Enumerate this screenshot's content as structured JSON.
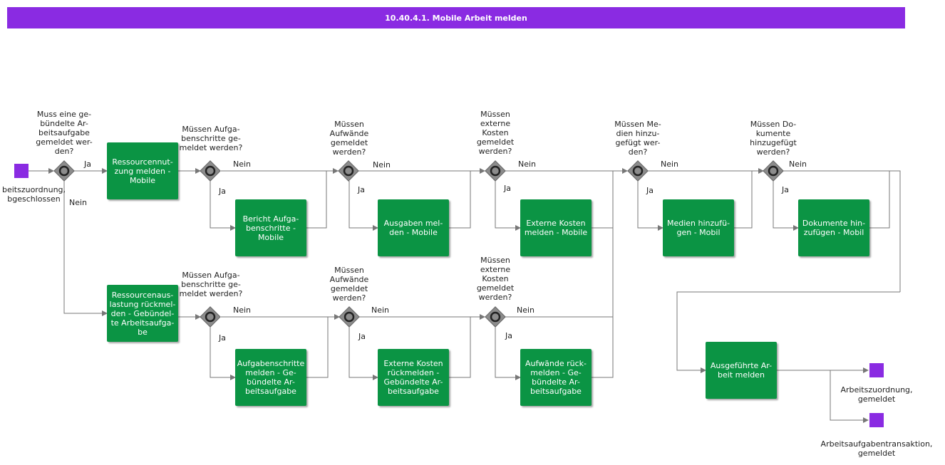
{
  "header": {
    "title": "10.40.4.1. Mobile Arbeit melden"
  },
  "events": {
    "start": "beitszuordnung,\nbgeschlossen",
    "end1": "Arbeitszuordnung,\ngemeldet",
    "end2": "Arbeitsaufgabentransaktion,\ngemeldet"
  },
  "tasks": {
    "t1": "Ressourcennut-\nzung melden -\nMobile",
    "t2": "Ressourcenaus-\nlastung rückmel-\nden - Gebündel-\nte Arbeitsaufga-\nbe",
    "t3": "Bericht Aufga-\nbenschritte -\nMobile",
    "t4": "Ausgaben mel-\nden - Mobile",
    "t5": "Externe Kosten\nmelden - Mobile",
    "t6": "Medien hinzufü-\ngen - Mobil",
    "t7": "Dokumente hin-\nzufügen - Mobil",
    "t8": "Aufgabenschritte\nmelden - Ge-\nbündelte Ar-\nbeitsaufgabe",
    "t9": "Externe Kosten\nrückmelden -\nGebündelte Ar-\nbeitsaufgabe",
    "t10": "Aufwände rück-\nmelden - Ge-\nbündelte Ar-\nbeitsaufgabe",
    "t11": "Ausgeführte Ar-\nbeit melden"
  },
  "gateways": {
    "g1": "Muss eine ge-\nbündelte Ar-\nbeitsaufgabe\ngemeldet wer-\nden?",
    "g2": "Müssen Aufga-\nbenschritte ge-\nmeldet werden?",
    "g3": "Müssen\nAufwände\ngemeldet\nwerden?",
    "g4": "Müssen\nexterne\nKosten\ngemeldet\nwerden?",
    "g5": "Müssen Me-\ndien hinzu-\ngefügt wer-\nden?",
    "g6": "Müssen Do-\nkumente\nhinzugefügt\nwerden?",
    "g7": "Müssen Aufga-\nbenschritte ge-\nmeldet werden?",
    "g8": "Müssen\nAufwände\ngemeldet\nwerden?",
    "g9": "Müssen\nexterne\nKosten\ngemeldet\nwerden?"
  },
  "flow_labels": {
    "yes": "Ja",
    "no": "Nein"
  },
  "colors": {
    "header": "#8a2be2",
    "task": "#0b9444",
    "gateway": "#8c8c8c",
    "event": "#8a2be2",
    "line": "#777777"
  }
}
